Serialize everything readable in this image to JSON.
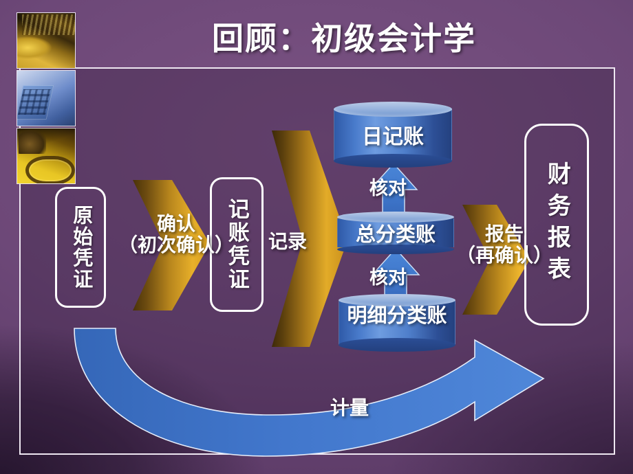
{
  "slide": {
    "title": "回顾：初级会计学",
    "background_color": "#6d4878",
    "frame_border_color": "#efe8f2",
    "accent_gold": "#d79a1e",
    "accent_blue": "#3c6fc2"
  },
  "photos": [
    {
      "name": "hands-on-keyboard-photo"
    },
    {
      "name": "calculator-and-glasses-photo"
    },
    {
      "name": "glasses-on-notepad-photo"
    }
  ],
  "flow": {
    "boxes": [
      {
        "id": "yuanshi",
        "label": "原始凭证"
      },
      {
        "id": "jizhang",
        "label": "记账凭证"
      },
      {
        "id": "caiwu",
        "label": "财务报表"
      }
    ],
    "cylinders": [
      {
        "id": "riji",
        "label": "日记账"
      },
      {
        "id": "zong",
        "label": "总分类账"
      },
      {
        "id": "ming",
        "label": "明细分类账"
      }
    ],
    "arrow_labels": {
      "queren_line1": "确认",
      "queren_line2": "（初次确认）",
      "jilu": "记录",
      "baogao_line1": "报告",
      "baogao_line2": "（再确认）",
      "hedui_top": "核对",
      "hedui_bottom": "核对",
      "jiliang": "计量"
    }
  }
}
